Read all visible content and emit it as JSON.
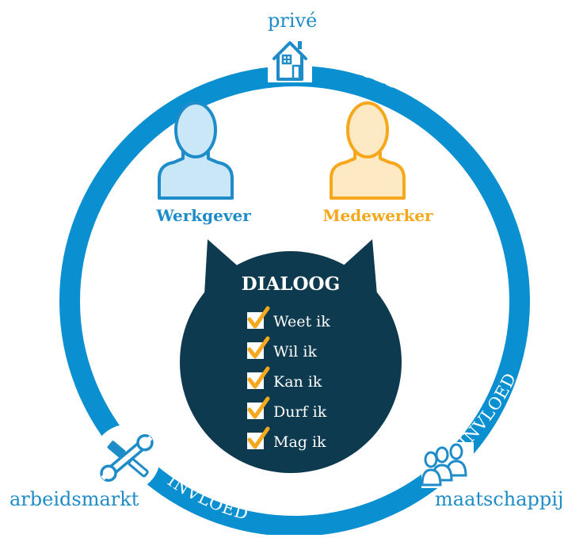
{
  "colors": {
    "ring": "#0a8fd0",
    "employer": "#1e8cc8",
    "employer_fill": "#c9e7f7",
    "employee": "#f5a81c",
    "employee_fill": "#fde9c4",
    "bubble": "#0e3a4f",
    "check": "#f5a81c"
  },
  "outer_labels": {
    "top": "privé",
    "bottom_left": "arbeidsmarkt",
    "bottom_right": "maatschappij"
  },
  "ring_texts": {
    "top": "INVLOED",
    "bottom_left": "INVLOED",
    "right": "INVLOED"
  },
  "icons": {
    "top": "house-icon",
    "bottom_left": "tools-icon",
    "bottom_right": "people-group-icon",
    "employer": "person-icon",
    "employee": "person-icon",
    "checkbox": "checkbox-checked-icon"
  },
  "roles": {
    "employer": "Werkgever",
    "employee": "Medewerker"
  },
  "dialog": {
    "title": "DIALOOG",
    "items": [
      "Weet ik",
      "Wil ik",
      "Kan ik",
      "Durf ik",
      "Mag ik"
    ]
  }
}
